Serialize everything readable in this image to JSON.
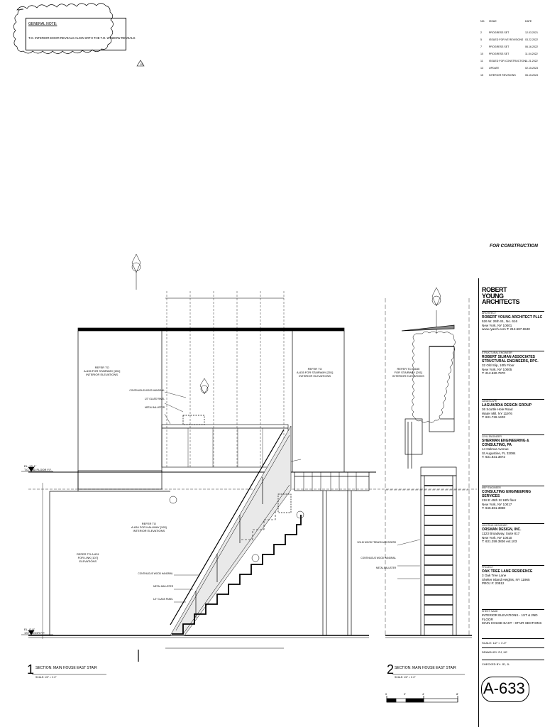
{
  "general_note": {
    "title": "GENERAL NOTE:",
    "text": "T.O. INTERIOR DOOR REVEALS ALIGN WITH THE T.O. WINDOW REVEALS",
    "tag": "15"
  },
  "revisions": {
    "headers": {
      "no": "NO.",
      "issue": "ISSUE",
      "date": "DATE"
    },
    "rows": [
      {
        "no": "2",
        "issue": "PROGRESS SET",
        "date": "12.03.2021"
      },
      {
        "no": "5",
        "issue": "ISSUED FOR VE REVISIONS",
        "date": "03.22.2022"
      },
      {
        "no": "7",
        "issue": "PROGRESS SET",
        "date": "06.16.2022"
      },
      {
        "no": "10",
        "issue": "PROGRESS SET",
        "date": "11.04.2022"
      },
      {
        "no": "11",
        "issue": "ISSUED FOR CONSTRUCTION",
        "date": "11.21.2022"
      },
      {
        "no": "13",
        "issue": "UPDATE",
        "date": "02.15.2023"
      },
      {
        "no": "15",
        "issue": "INTERIOR REVISIONS",
        "date": "06.15.2023"
      }
    ]
  },
  "for_construction": "FOR CONSTRUCTION",
  "title_block": {
    "logo": [
      "ROBERT",
      "YOUNG",
      "ARCHITECTS"
    ],
    "architect": {
      "heading": "ARCHITECT",
      "name": "ROBERT YOUNG ARCHITECT PLLC",
      "lines": [
        "526 W. 26th St., No. 616",
        "New York, NY 10001",
        "www.ryarch.com  T: 212.687.6940"
      ]
    },
    "structural": {
      "heading": "STRUCTURAL ENGINEER",
      "name": "ROBERT SILMAN ASSOCIATES STRUCTURAL ENGINEERS, DPC.",
      "lines": [
        "32 Old Slip, 10th Floor",
        "New York, NY 10005",
        "T: 212.620.7970"
      ]
    },
    "landscape": {
      "heading": "LANDSCAPE",
      "name": "LAGUARDIA DESIGN GROUP",
      "lines": [
        "36 Scuttle Hole Road",
        "Water Mill, NY 11976",
        "T: 631.726.1403"
      ]
    },
    "civil": {
      "heading": "CIVIL ENGINEER",
      "name": "SHERMAN ENGINEERING & CONSULTING, PA",
      "lines": [
        "14 Nelmar Avenue",
        "St Augustine, FL 32084",
        "T: 631.831.3872"
      ]
    },
    "mep": {
      "heading": "MEP ENGINEER",
      "name": "CONSULTING ENGINEERING SERVICES",
      "lines": [
        "218 E 45th St 18th floor",
        "New York, NY 10017",
        "T: 646.661.3888"
      ]
    },
    "lighting": {
      "heading": "LIGHTING DESIGNER",
      "name": "ORSMAN DESIGN, INC.",
      "lines": [
        "1123 Broadway, Suite 817",
        "New York, NY 10010",
        "T: 631.259.3836 ext.103"
      ]
    },
    "project": {
      "heading": "PROJECT",
      "name": "OAK TREE LANE RESIDENCE",
      "lines": [
        "3 Oak Tree Lane",
        "Shelter Island Heights, NY 11965",
        "PROJ #: 20512"
      ]
    },
    "sheet_name": {
      "heading": "SHEET NAME",
      "lines": [
        "INTERIOR ELEVATIONS - 1ST & 2ND FLOOR",
        "MAIN HOUSE EAST - STAIR SECTIONS"
      ]
    },
    "scale": "SCALE: 1/2\" = 1'-0\"",
    "drawn_by": "DRAWN BY: RJ, KE",
    "checked_by": "CHECKED BY: JD, JL",
    "sheet_number": "A-633"
  },
  "sections": [
    {
      "num": "1",
      "title": "SECTION: MAIN HOUSE EAST STAIR",
      "scale": "SCALE: 1/2\" = 1'-0\""
    },
    {
      "num": "2",
      "title": "SECTION: MAIN HOUSE EAST STAIR",
      "scale": "SCALE: 1/2\" = 1'-0\""
    }
  ],
  "refs": {
    "stairway_left": [
      "REFER TO",
      "A-635 FOR STAIRWAY [201]",
      "INTERIOR ELEVATIONS"
    ],
    "stairway_mid": [
      "REFER TO",
      "A-635 FOR STAIRWAY [201]",
      "INTERIOR ELEVATIONS"
    ],
    "stairway_right": [
      "REFER TO A-635",
      "FOR STAIRWAY [201]",
      "INTERIOR ELEVATIONS"
    ],
    "hallway": [
      "REFER TO",
      "A-634 FOR HALLWAY [105]",
      "INTERIOR ELEVATIONS"
    ],
    "link": [
      "REFER TO A-631",
      "FOR LINK [107]",
      "ELEVATIONS"
    ]
  },
  "stair_notes": {
    "upper": [
      "CONTINUOUS WOOD HANDRAIL",
      "1/2\" GLASS PANEL",
      "METAL BALUSTER"
    ],
    "lower": [
      "CONTINUOUS WOOD HANDRAIL",
      "METAL BALUSTER",
      "1/2\" GLASS PANEL"
    ],
    "section2": [
      "SOLID WOOD TREADS AND RISERS",
      "CONTINUOUS WOOD HANDRAIL",
      "METAL BALUSTER"
    ]
  },
  "levels": {
    "second": [
      "EL. 13'-1\"",
      "T.O. 2ND FLOOR F.F."
    ],
    "first": [
      "EL. 0'-0\"",
      "1ST FLOOR F.F."
    ]
  },
  "scale_bar": [
    "0",
    "2'",
    "4'",
    "8'"
  ]
}
